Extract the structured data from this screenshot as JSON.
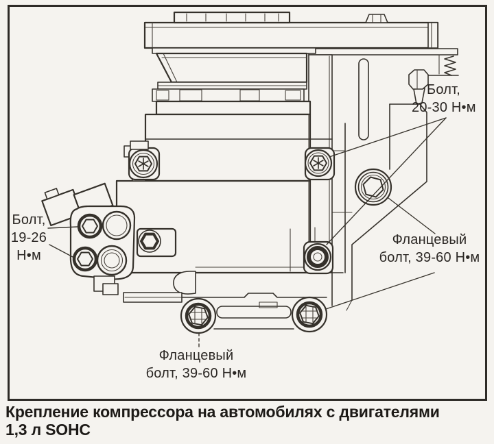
{
  "colors": {
    "paper": "#f5f3ef",
    "ink": "#35312b",
    "text": "#262220"
  },
  "callouts": {
    "bolt_top_right": {
      "lines": [
        "Болт,",
        "20-30 Н•м"
      ]
    },
    "bolt_left": {
      "lines": [
        "Болт,",
        "19-26",
        "Н•м"
      ]
    },
    "flange_bolt_right": {
      "lines": [
        "Фланцевый",
        "болт, 39-60 Н•м"
      ]
    },
    "flange_bolt_bottom": {
      "lines": [
        "Фланцевый",
        "болт, 39-60 Н•м"
      ]
    }
  },
  "caption": {
    "lines": [
      "Крепление компрессора на автомобилях с двигателями",
      "1,3 л SOHC"
    ]
  }
}
